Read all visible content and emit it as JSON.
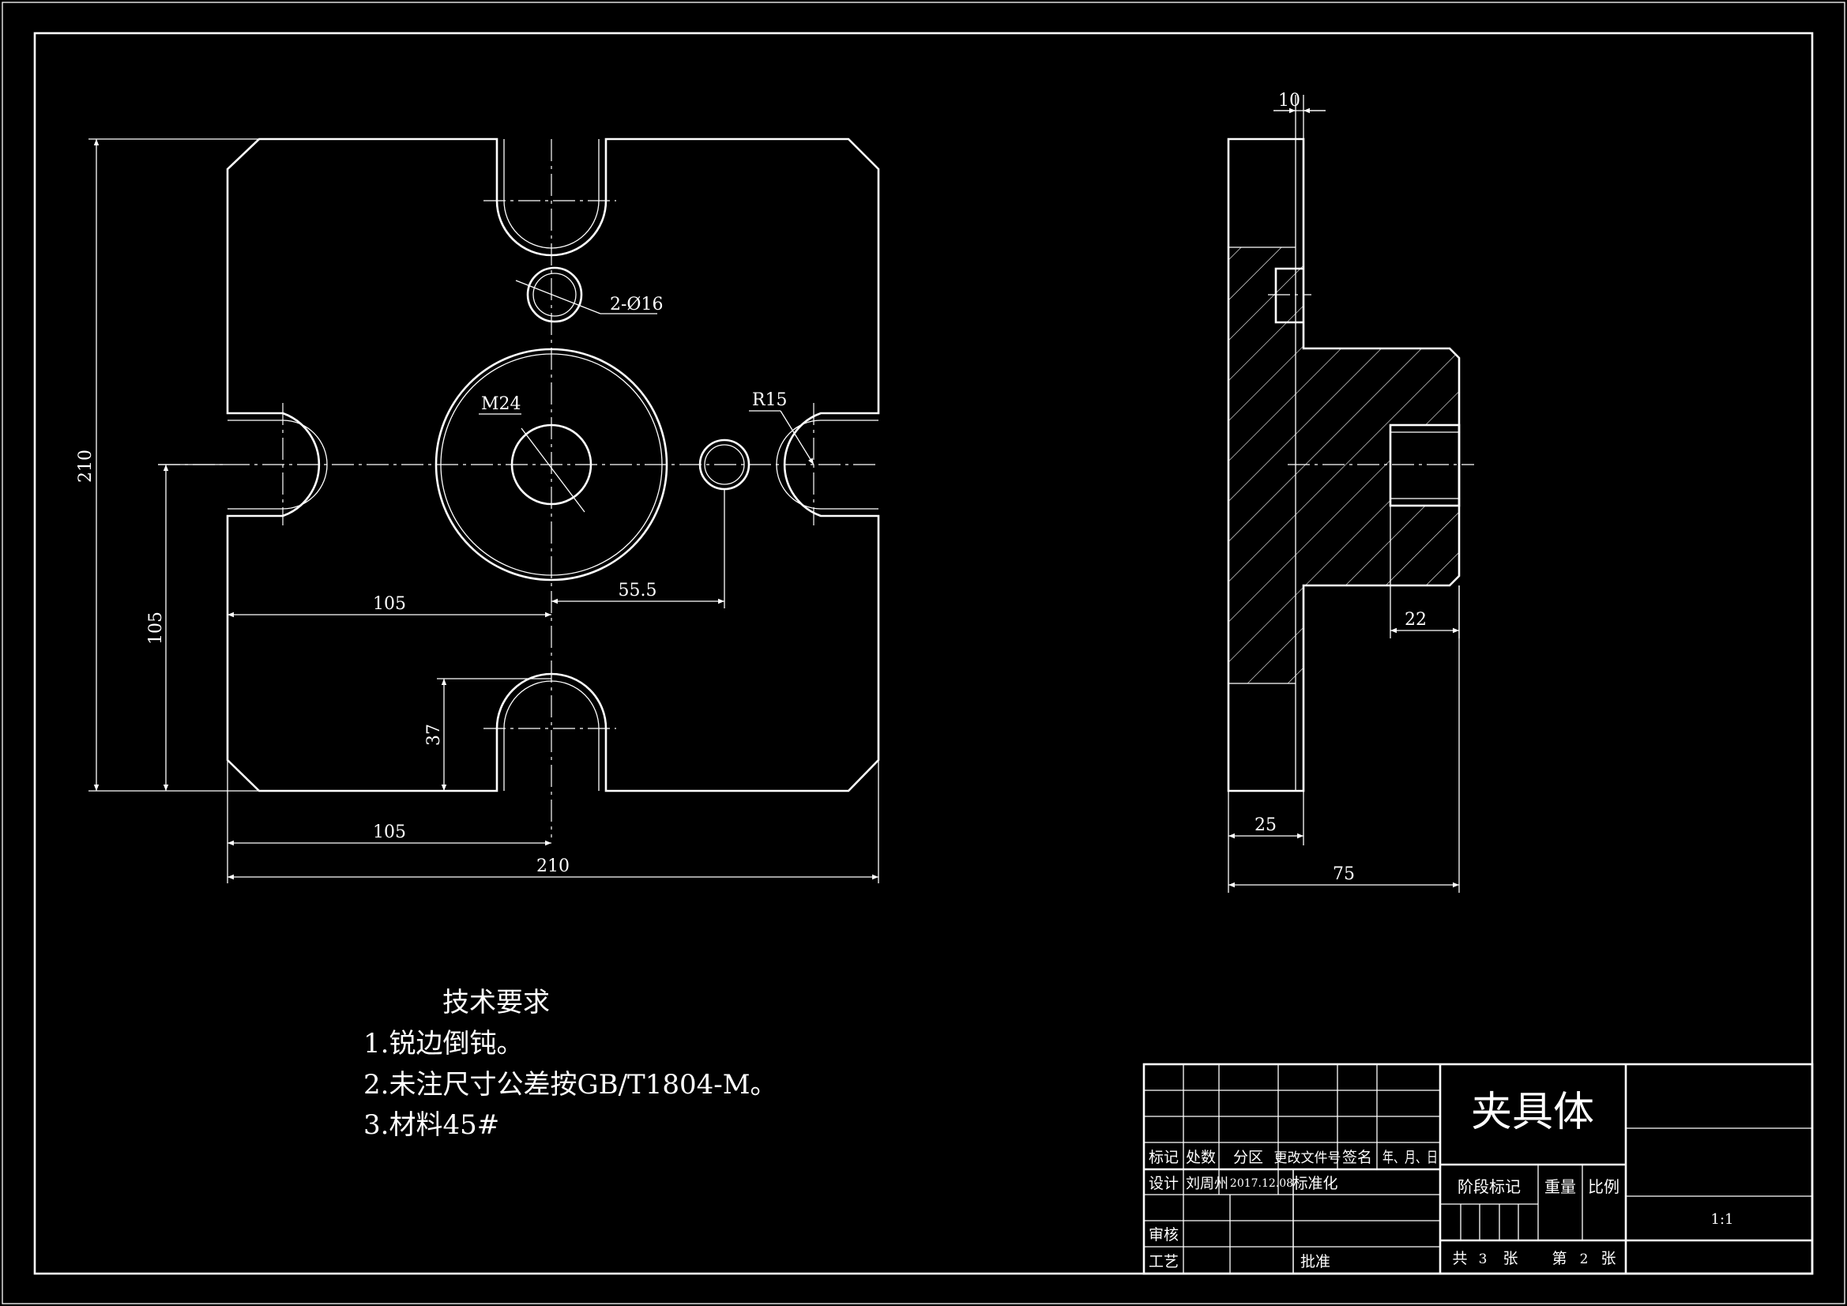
{
  "drawing": {
    "front_view": {
      "dims": {
        "height_total": "210",
        "height_center": "105",
        "slot_depth": "37",
        "width_half_top": "105",
        "center_to_hole": "55.5",
        "width_half_bottom": "105",
        "width_total": "210",
        "hole_callout": "2-Ø16",
        "thread_callout": "M24",
        "radius_callout": "R15"
      }
    },
    "side_view": {
      "dims": {
        "flange_thick": "10",
        "recess_depth": "22",
        "plate_thick": "25",
        "overall_length": "75"
      }
    },
    "tech_req": {
      "title": "技术要求",
      "items": [
        "1.锐边倒钝。",
        "2.未注尺寸公差按GB/T1804-M。",
        "3.材料45#"
      ]
    },
    "title_block": {
      "part_name": "夹具体",
      "headers": [
        "标记",
        "处数",
        "分区",
        "更改文件号",
        "签名",
        "年、月、日"
      ],
      "design_label": "设计",
      "designer": "刘周州",
      "date": "2017.12.08",
      "standardize_label": "标准化",
      "review_label": "审核",
      "process_label": "工艺",
      "approve_label": "批准",
      "stage_label": "阶段标记",
      "weight_label": "重量",
      "scale_label": "比例",
      "scale_value": "1:1",
      "sheets_total_prefix": "共",
      "sheets_total": "3",
      "sheets_unit": "张",
      "sheet_no_prefix": "第",
      "sheet_no": "2",
      "sheet_no_unit": "张"
    }
  }
}
